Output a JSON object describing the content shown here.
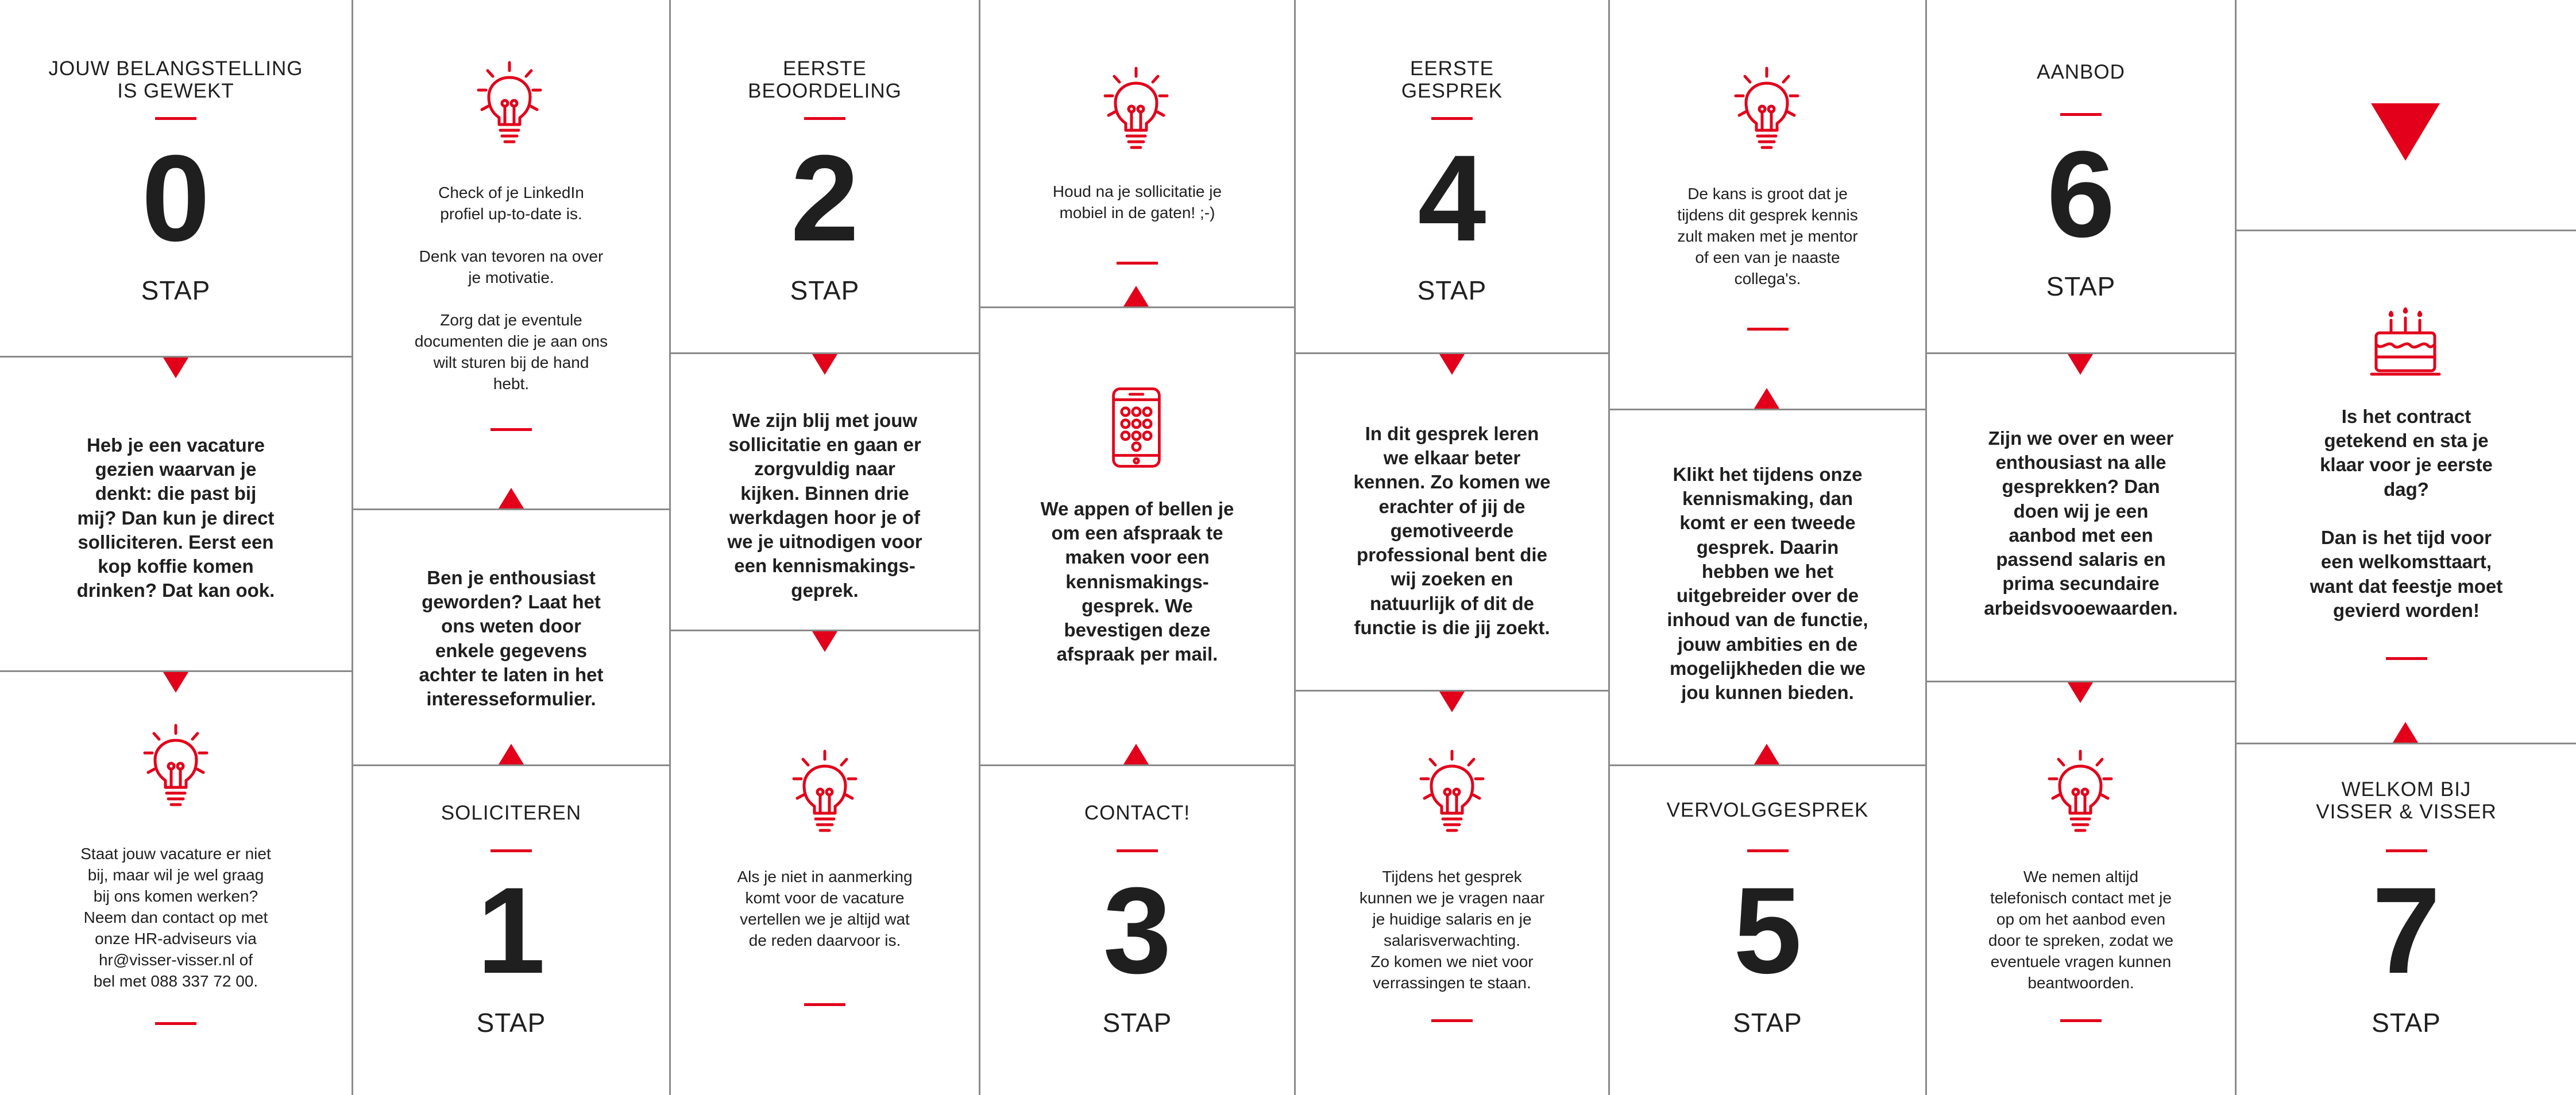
{
  "colors": {
    "accent": "#e2001a",
    "text": "#1f1f1f",
    "line": "#8a8a8a"
  },
  "col0": {
    "heading": "JOUW BELANGSTELLING\nIS GEWEKT",
    "number": "0",
    "label": "STAP",
    "body": "Heb je een vacature\ngezien waarvan je\ndenkt: die past bij\nmij? Dan kun je direct\nsolliciteren. Eerst een\nkop koffie komen\ndrinken? Dat kan ook.",
    "tip_icon": "lightbulb-icon",
    "tip": "Staat jouw vacature er niet\nbij, maar wil je wel graag\nbij ons komen werken?\nNeem dan contact op met\nonze HR-adviseurs via\nhr@visser-visser.nl of\nbel met 088 337 72 00."
  },
  "col1": {
    "tip_icon": "lightbulb-icon",
    "tip": "Check of je LinkedIn\nprofiel up-to-date is.\n\nDenk van tevoren na over\nje motivatie.\n\nZorg dat je eventule\ndocumenten die je aan ons\nwilt sturen bij de hand\nhebt.",
    "body": "Ben je enthousiast\ngeworden? Laat het\nons weten door\nenkele gegevens\nachter te laten in het\ninteresseformulier.",
    "heading": "SOLICITEREN",
    "number": "1",
    "label": "STAP"
  },
  "col2": {
    "heading": "EERSTE\nBEOORDELING",
    "number": "2",
    "label": "STAP",
    "body": "We zijn blij met jouw\nsollicitatie en gaan er\nzorgvuldig naar\nkijken. Binnen drie\nwerkdagen hoor je of\nwe je uitnodigen voor\neen kennismakings-\ngeprek.",
    "tip_icon": "lightbulb-icon",
    "tip": "Als je niet in aanmerking\nkomt voor de vacature\nvertellen we je altijd wat\nde reden daarvoor is."
  },
  "col3": {
    "tip_icon": "lightbulb-icon",
    "tip": "Houd na je sollicitatie je\nmobiel in de gaten! ;-)",
    "body_icon": "phone-icon",
    "body": "We appen of bellen je\nom een afspraak te\nmaken voor een\nkennismakings-\ngesprek. We\nbevestigen deze\nafspraak per mail.",
    "heading": "CONTACT!",
    "number": "3",
    "label": "STAP"
  },
  "col4": {
    "heading": "EERSTE\nGESPREK",
    "number": "4",
    "label": "STAP",
    "body": "In dit gesprek leren\nwe elkaar beter\nkennen. Zo komen we\nerachter of jij de\ngemotiveerde\nprofessional bent die\nwij zoeken en\nnatuurlijk of dit de\nfunctie is die jij zoekt.",
    "tip_icon": "lightbulb-icon",
    "tip": "Tijdens het gesprek\nkunnen we je vragen naar\nje huidige salaris en je\nsalarisverwachting.\nZo komen we niet voor\nverrassingen te staan."
  },
  "col5": {
    "tip_icon": "lightbulb-icon",
    "tip": "De kans is groot dat je\ntijdens dit gesprek kennis\nzult maken met je mentor\nof een van je naaste\ncollega's.",
    "body": "Klikt het tijdens onze\nkennismaking, dan\nkomt er een tweede\ngesprek. Daarin\nhebben we het\nuitgebreider over de\ninhoud van de functie,\njouw ambities en de\nmogelijkheden die we\njou kunnen bieden.",
    "heading": "VERVOLGGESPREK",
    "number": "5",
    "label": "STAP"
  },
  "col6": {
    "heading": "AANBOD",
    "number": "6",
    "label": "STAP",
    "body": "Zijn we over en weer\nenthousiast na alle\ngesprekken? Dan\ndoen wij je een\naanbod met een\npassend salaris en\nprima secundaire\narbeidsvooewaarden.",
    "tip_icon": "lightbulb-icon",
    "tip": "We nemen altijd\ntelefonisch contact met je\nop om het aanbod even\ndoor te spreken, zodat we\neventuele vragen kunnen\nbeantwoorden."
  },
  "col7": {
    "body_icon": "cake-icon",
    "body": "Is het contract\ngetekend en sta je\nklaar voor je eerste\ndag?\n\nDan is het tijd voor\neen welkomsttaart,\nwant dat feestje moet\ngevierd worden!",
    "heading": "WELKOM BIJ\nVISSER & VISSER",
    "number": "7",
    "label": "STAP"
  }
}
